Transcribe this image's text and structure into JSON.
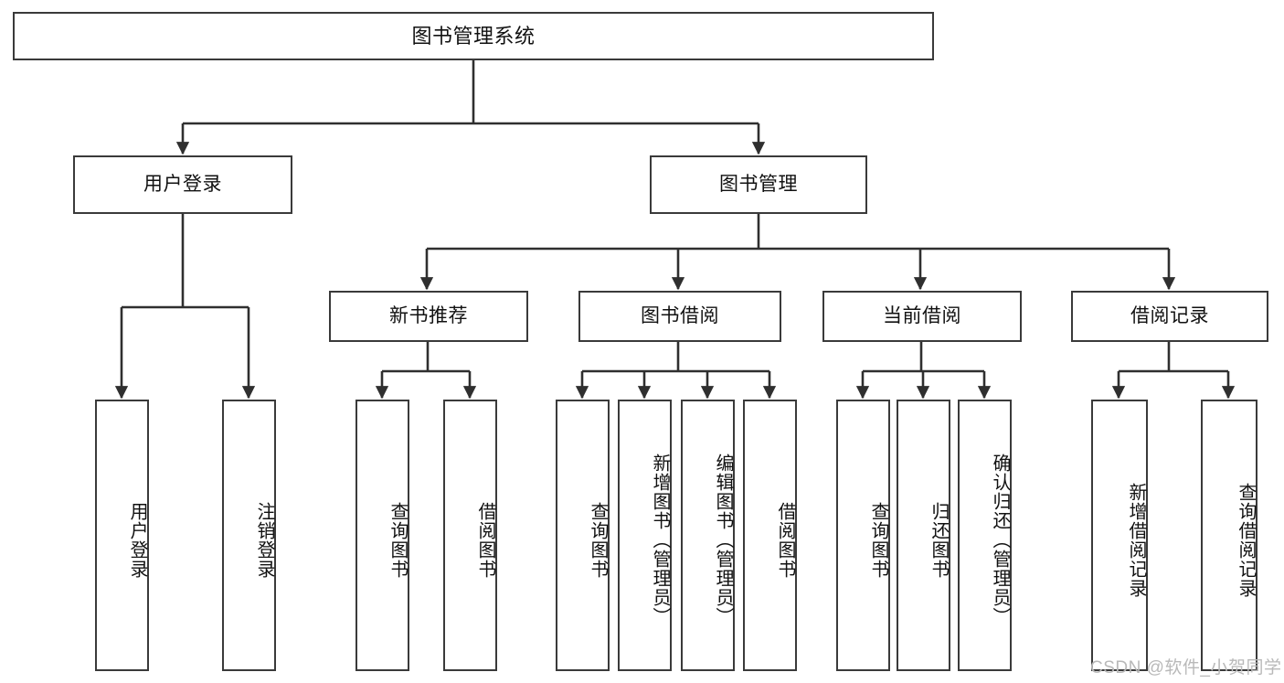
{
  "diagram": {
    "type": "tree",
    "title": "图书管理系统",
    "watermark": "CSDN @软件_小贺同学",
    "colors": {
      "box_border": "#3a3a3a",
      "box_fill": "#ffffff",
      "connector": "#2f2f2f",
      "text": "#111111",
      "watermark": "#b9b9b9"
    },
    "nodes": {
      "root": "图书管理系统",
      "level1": [
        "用户登录",
        "图书管理"
      ],
      "level2": [
        "新书推荐",
        "图书借阅",
        "当前借阅",
        "借阅记录"
      ],
      "leaves": {
        "user_login": [
          "用户登录",
          "注销登录"
        ],
        "new_book_rec": [
          "查询图书",
          "借阅图书"
        ],
        "book_borrow": [
          "查询图书",
          "新增图书（管理员）",
          "编辑图书（管理员）",
          "借阅图书"
        ],
        "current_borrow": [
          "查询图书",
          "归还图书",
          "确认归还（管理员）"
        ],
        "borrow_record": [
          "新增借阅记录",
          "查询借阅记录"
        ]
      }
    },
    "edges": [
      {
        "from": "图书管理系统",
        "to": "用户登录"
      },
      {
        "from": "图书管理系统",
        "to": "图书管理"
      },
      {
        "from": "图书管理",
        "to": "新书推荐"
      },
      {
        "from": "图书管理",
        "to": "图书借阅"
      },
      {
        "from": "图书管理",
        "to": "当前借阅"
      },
      {
        "from": "图书管理",
        "to": "借阅记录"
      },
      {
        "from": "用户登录",
        "to": "用户登录"
      },
      {
        "from": "用户登录",
        "to": "注销登录"
      },
      {
        "from": "新书推荐",
        "to": "查询图书"
      },
      {
        "from": "新书推荐",
        "to": "借阅图书"
      },
      {
        "from": "图书借阅",
        "to": "查询图书"
      },
      {
        "from": "图书借阅",
        "to": "新增图书（管理员）"
      },
      {
        "from": "图书借阅",
        "to": "编辑图书（管理员）"
      },
      {
        "from": "图书借阅",
        "to": "借阅图书"
      },
      {
        "from": "当前借阅",
        "to": "查询图书"
      },
      {
        "from": "当前借阅",
        "to": "归还图书"
      },
      {
        "from": "当前借阅",
        "to": "确认归还（管理员）"
      },
      {
        "from": "借阅记录",
        "to": "新增借阅记录"
      },
      {
        "from": "借阅记录",
        "to": "查询借阅记录"
      }
    ]
  }
}
